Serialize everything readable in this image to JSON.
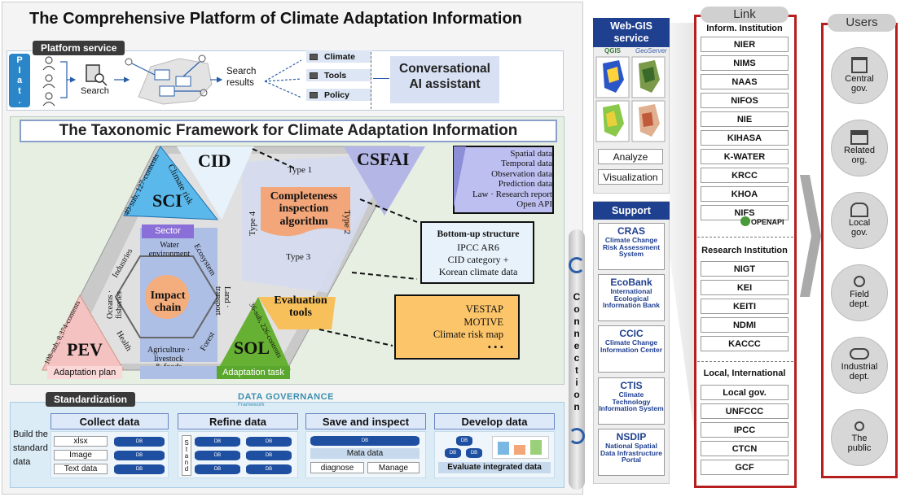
{
  "title": "The Comprehensive Platform of Climate Adaptation Information",
  "platform": {
    "tag": "Platform service",
    "side_letters": [
      "P",
      "l",
      "a",
      "t",
      "."
    ],
    "search_label": "Search",
    "search_results": "Search\nresults",
    "results": [
      "Climate",
      "Tools",
      "Policy"
    ],
    "assistant": "Conversational\nAI assistant"
  },
  "taxonomy": {
    "title": "The Taxonomic Framework for Climate Adaptation Information",
    "sci": "SCI",
    "sci_count": "40-sub, 127-contents",
    "cid": "CID",
    "climate_risk": "Climate risk",
    "csfai": "CSFAI",
    "pev": "PEV",
    "pev_count": "108-sub, 8,374-contents",
    "sol": "SOL",
    "sol_count": "36-sub, 226-contents",
    "type1": "Type 1",
    "type2": "Type 2",
    "type3": "Type 3",
    "type4": "Type 4",
    "algorithm": "Completeness\ninspection\nalgorithm",
    "evaluation": "Evaluation\ntools",
    "sector": "Sector",
    "impact": "Impact\nchain",
    "sectors": {
      "water": "Water\nenvironment",
      "industries": "Industries",
      "ecosystem": "Ecosystem",
      "oceans": "Oceans ·\nfisheries",
      "land": "Land ·\ntransport",
      "health": "Health",
      "forest": "Forest",
      "agri": "Agriculture ·\nlivestock\n& foods"
    },
    "adaptation_plan": "Adaptation plan",
    "adaptation_task": "Adaptation task",
    "csfai_list": "Spatial data\nTemporal data\nObservation data\nPrediction data\nLaw · Research report\nOpen API",
    "bottom_up_title": "Bottom-up structure",
    "bottom_up_body": "IPCC AR6\nCID category +\nKorean climate data",
    "tools_list": "VESTAP\nMOTIVE\nClimate risk map\n• • •"
  },
  "standardization": {
    "tag": "Standardization",
    "governance": "DATA GOVERNANCE",
    "governance_sub": "Framework",
    "build": "Build the\nstandard\ndata",
    "collect": "Collect data",
    "refine": "Refine data",
    "save": "Save and inspect",
    "develop": "Develop data",
    "files": [
      "xlsx",
      "Image",
      "Text data"
    ],
    "stand": "Stand",
    "meta": "Mata data",
    "diagnose": "diagnose",
    "manage": "Manage",
    "evaluate": "Evaluate integrated data",
    "db": "DB"
  },
  "webgis": {
    "title": "Web-GIS\nservice",
    "qgis": "QGIS",
    "geoserver": "GeoServer",
    "analyze": "Analyze",
    "visualization": "Visualization"
  },
  "support": {
    "title": "Support",
    "items": [
      {
        "name": "CRAS",
        "desc": "Climate Change Risk Assessment System"
      },
      {
        "name": "EcoBank",
        "desc": "International Ecological Information Bank"
      },
      {
        "name": "CCIC",
        "desc": "Climate Change Information Center"
      },
      {
        "name": "CTIS",
        "desc": "Climate Technology Information System"
      },
      {
        "name": "NSDIP",
        "desc": "National Spatial Data Infrastructure Portal"
      }
    ]
  },
  "connection": "Connection",
  "link": {
    "title": "Link",
    "inform_title": "Inform. Institution",
    "inform": [
      "NIER",
      "NIMS",
      "NAAS",
      "NIFOS",
      "NIE",
      "KIHASA",
      "K-WATER",
      "KRCC",
      "KHOA",
      "NIFS"
    ],
    "openapi": "OPENAPI",
    "research_title": "Research Institution",
    "research": [
      "NIGT",
      "KEI",
      "KEITI",
      "NDMI",
      "KACCC"
    ],
    "local_title": "Local, International",
    "local": [
      "Local gov.",
      "UNFCCC",
      "IPCC",
      "CTCN",
      "GCF"
    ]
  },
  "users": {
    "title": "Users",
    "items": [
      "Central\ngov.",
      "Related\norg.",
      "Local\ngov.",
      "Field\ndept.",
      "Industrial\ndept.",
      "The\npublic"
    ]
  }
}
